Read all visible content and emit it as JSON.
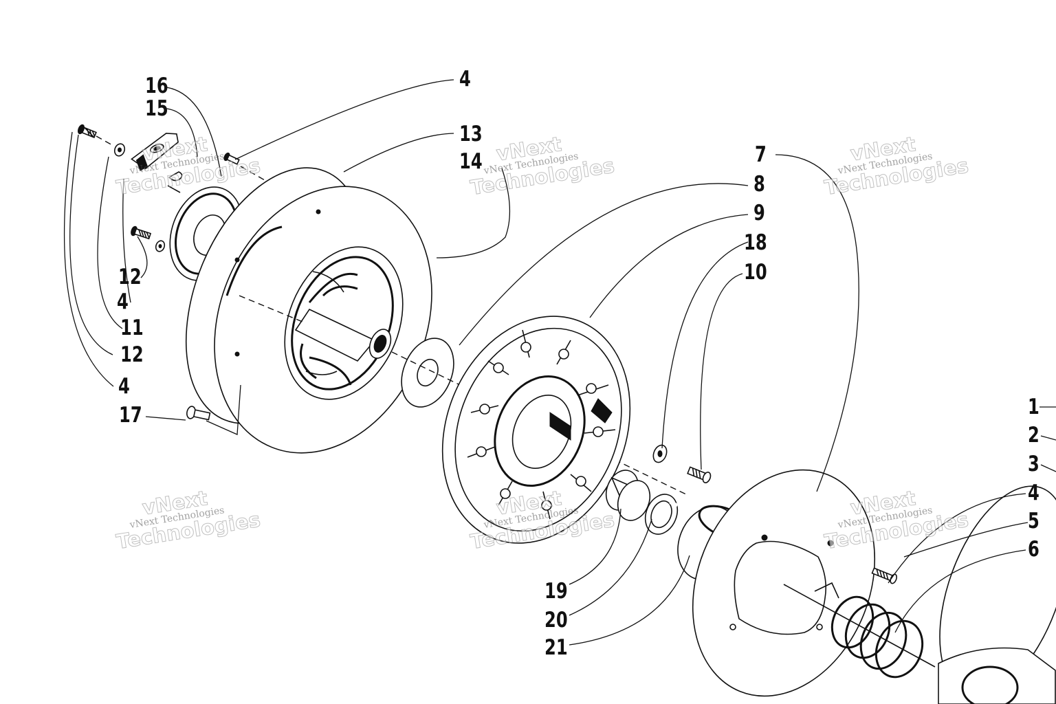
{
  "callouts": [
    {
      "id": "c16a",
      "text": "16"
    },
    {
      "id": "c15a",
      "text": "15"
    },
    {
      "id": "c4a",
      "text": "4"
    },
    {
      "id": "c13a",
      "text": "13"
    },
    {
      "id": "c14a",
      "text": "14"
    },
    {
      "id": "c7a",
      "text": "7"
    },
    {
      "id": "c8a",
      "text": "8"
    },
    {
      "id": "c9a",
      "text": "9"
    },
    {
      "id": "c18a",
      "text": "18"
    },
    {
      "id": "c10a",
      "text": "10"
    },
    {
      "id": "c12a",
      "text": "12"
    },
    {
      "id": "c4b",
      "text": "4"
    },
    {
      "id": "c11a",
      "text": "11"
    },
    {
      "id": "c12b",
      "text": "12"
    },
    {
      "id": "c4c",
      "text": "4"
    },
    {
      "id": "c17a",
      "text": "17"
    },
    {
      "id": "c1a",
      "text": "1"
    },
    {
      "id": "c2a",
      "text": "2"
    },
    {
      "id": "c3a",
      "text": "3"
    },
    {
      "id": "c4d",
      "text": "4"
    },
    {
      "id": "c5a",
      "text": "5"
    },
    {
      "id": "c6a",
      "text": "6"
    },
    {
      "id": "c19a",
      "text": "19"
    },
    {
      "id": "c20a",
      "text": "20"
    },
    {
      "id": "c21a",
      "text": "21"
    }
  ],
  "watermark": {
    "line1": "vNext",
    "line2": "vNext Technologies",
    "line3": "Technologies"
  }
}
